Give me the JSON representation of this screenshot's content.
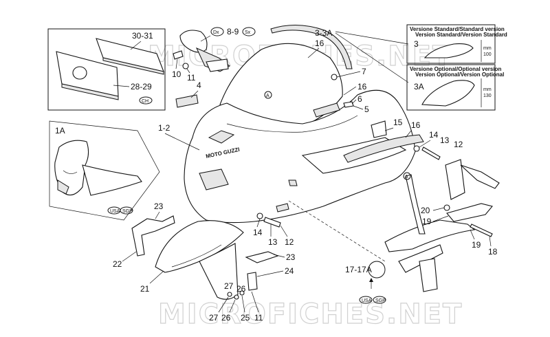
{
  "watermark": "MICROFICHES.NET",
  "inset_left": {
    "labels": {
      "top": "30-31",
      "bottom": "28-29"
    },
    "badge": "CH"
  },
  "inset_right": {
    "standard": {
      "title_line1": "Versione Standard/Standard version",
      "title_line2": "Version Standard/Version Standard",
      "part": "3",
      "dimension": "mm",
      "value": "100"
    },
    "optional": {
      "title_line1": "Versione Optional/Optional version",
      "title_line2": "Version Optional/Version Optional",
      "part": "3A",
      "dimension": "mm",
      "value": "130"
    }
  },
  "inset_1a": {
    "label": "1A",
    "badges": [
      "USA",
      "SGP"
    ]
  },
  "mirror_badges": {
    "left": "Dx",
    "right": "Sx",
    "parts": "8-9"
  },
  "logo_text": "MOTO GUZZI",
  "callouts": {
    "c3_3a": "3-3A",
    "c16a": "16",
    "c10": "10",
    "c11a": "11",
    "c4": "4",
    "cA1": "A",
    "c7": "7",
    "c16b": "16",
    "c6": "6",
    "c5": "5",
    "c1_2": "1-2",
    "c15": "15",
    "c16c": "16",
    "c14a": "14",
    "c13a": "13",
    "c12a": "12",
    "cA2": "A",
    "c23a": "23",
    "c14b": "14",
    "c13b": "13",
    "c12b": "12",
    "c20": "20",
    "c19a": "19",
    "c19b": "19",
    "c18": "18",
    "c22": "22",
    "c23b": "23",
    "c21": "21",
    "c24": "24",
    "c17": "17-17A",
    "c27a": "27",
    "c26a": "26",
    "c27b": "27",
    "c26b": "26",
    "c25": "25",
    "c11b": "11"
  },
  "bottom_badges": [
    "USA",
    "SGP"
  ]
}
